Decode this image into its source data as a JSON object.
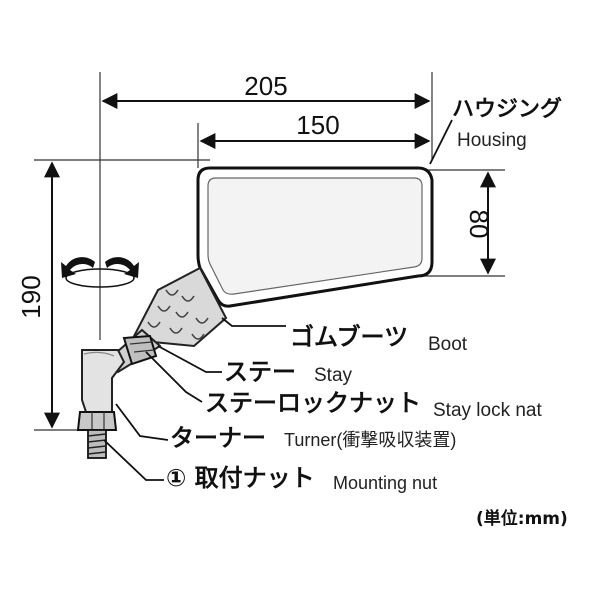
{
  "dimensions": {
    "width_total": "205",
    "width_mirror": "150",
    "height_mirror": "80",
    "height_total": "190"
  },
  "labels": [
    {
      "jp": "ハウジング",
      "en": "Housing"
    },
    {
      "jp": "ゴムブーツ",
      "en": "Boot"
    },
    {
      "jp": "ステー",
      "en": "Stay"
    },
    {
      "jp": "ステーロックナット",
      "en": "Stay lock nat"
    },
    {
      "jp": "ターナー",
      "en": "Turner(衝撃吸収装置)"
    },
    {
      "jp": "① 取付ナット",
      "en": "Mounting nut"
    }
  ],
  "unit_note": "(単位:mm)"
}
